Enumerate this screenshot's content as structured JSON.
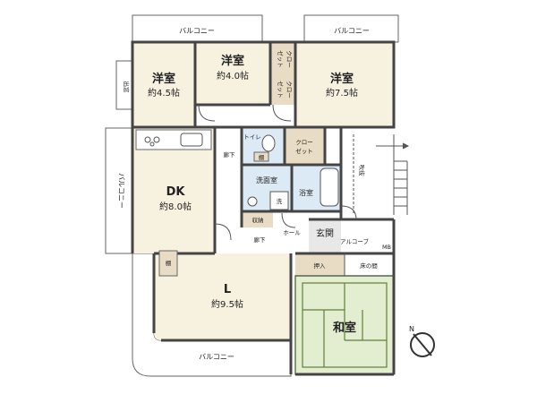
{
  "rooms": {
    "western_room_1": {
      "name": "洋室",
      "area": "約4.5帖"
    },
    "western_room_2": {
      "name": "洋室",
      "area": "約4.0帖"
    },
    "western_room_3": {
      "name": "洋室",
      "area": "約7.5帖"
    },
    "dk": {
      "name": "DK",
      "area": "約8.0帖"
    },
    "living": {
      "name": "L",
      "area": "約9.5帖"
    },
    "japanese_room": {
      "name": "和室"
    }
  },
  "labels": {
    "balcony": "バルコニー",
    "bay_window": "出窓",
    "closet_1": "クロー",
    "closet_2": "ゼット",
    "closet_small": "クローゼット",
    "corridor": "廊下",
    "toilet": "トイレ",
    "shelf": "棚",
    "washroom": "洗面室",
    "wash": "洗",
    "bathroom": "浴室",
    "storage": "収納",
    "hall": "ホール",
    "entrance": "玄関",
    "fukinuke": "吹抜",
    "alcove": "アルコーブ",
    "mb": "MB",
    "oshiire": "押入",
    "tokonoma": "床の間"
  },
  "compass": {
    "letter": "N"
  },
  "colors": {
    "room_fill": "#f7f1e0",
    "wet_fill": "#dceaf6",
    "closet_fill": "#e8dcc4",
    "tatami_fill": "#e3eed0",
    "tatami_border": "#5f7f3b",
    "wall": "#444444"
  }
}
